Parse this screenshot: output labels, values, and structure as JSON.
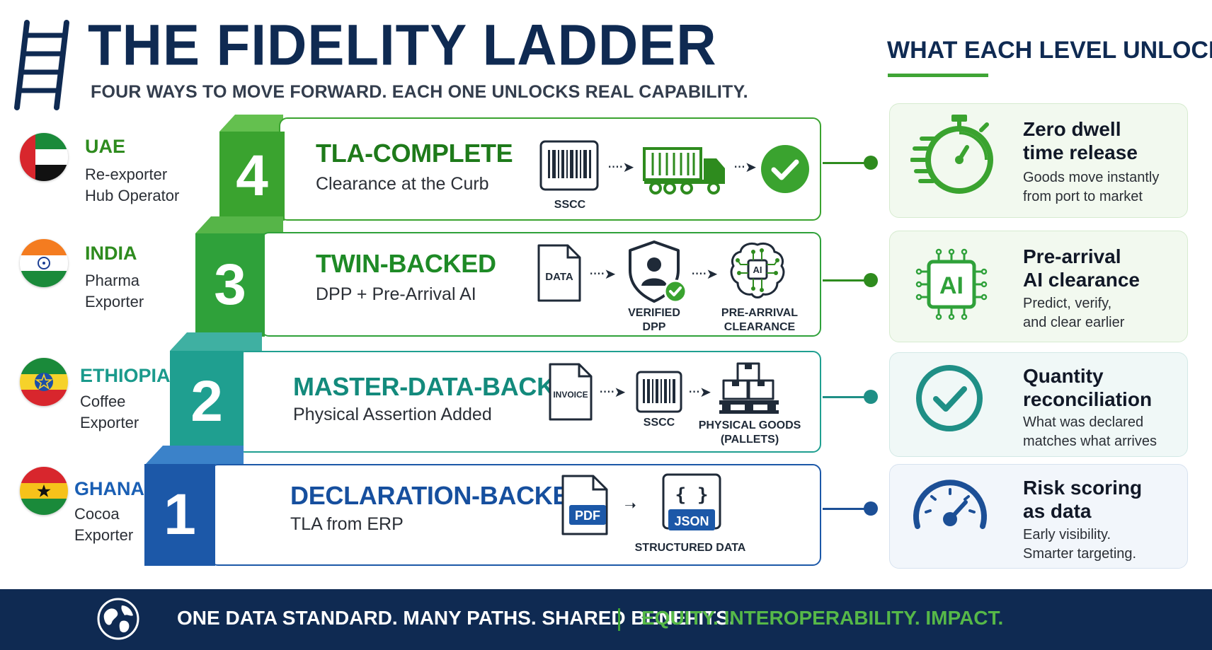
{
  "header": {
    "title": "THE FIDELITY LADDER",
    "subtitle": "FOUR WAYS TO MOVE FORWARD. EACH ONE UNLOCKS REAL CAPABILITY.",
    "right_heading": "WHAT EACH LEVEL UNLOCKS"
  },
  "countries": [
    {
      "name": "UAE",
      "role_line1": "Re-exporter",
      "role_line2": "Hub Operator",
      "name_color": "#2e8b1e"
    },
    {
      "name": "INDIA",
      "role_line1": "Pharma",
      "role_line2": "Exporter",
      "name_color": "#2e8b1e"
    },
    {
      "name": "ETHIOPIA",
      "role_line1": "Coffee",
      "role_line2": "Exporter",
      "name_color": "#1a9a8c"
    },
    {
      "name": "GHANA",
      "role_line1": "Cocoa",
      "role_line2": "Exporter",
      "name_color": "#1a5fb4"
    }
  ],
  "levels": [
    {
      "number": "4",
      "title": "TLA-COMPLETE",
      "subtitle": "Clearance at the Curb",
      "color": "#3aa32f",
      "title_color": "#1e7a1a",
      "icon_labels": [
        "SSCC"
      ],
      "icons": [
        "barcode-icon",
        "truck-icon",
        "checkmark-icon"
      ]
    },
    {
      "number": "3",
      "title": "TWIN-BACKED",
      "subtitle": "DPP + Pre-Arrival AI",
      "color": "#2fa13a",
      "title_color": "#1e8a26",
      "data_label": "DATA",
      "icon_labels": [
        "VERIFIED",
        "DPP",
        "PRE-ARRIVAL",
        "CLEARANCE"
      ],
      "icons": [
        "data-document-icon",
        "shield-user-icon",
        "ai-brain-icon"
      ]
    },
    {
      "number": "2",
      "title": "MASTER-DATA-BACKED",
      "subtitle": "Physical Assertion Added",
      "color": "#1f9f90",
      "title_color": "#138a7c",
      "invoice_label": "INVOICE",
      "icon_labels": [
        "SSCC",
        "PHYSICAL GOODS",
        "(PALLETS)"
      ],
      "icons": [
        "invoice-icon",
        "barcode-icon",
        "pallets-icon"
      ]
    },
    {
      "number": "1",
      "title": "DECLARATION-BACKED",
      "subtitle": "TLA from ERP",
      "color": "#1c58a8",
      "title_color": "#164f9e",
      "pdf_label": "PDF",
      "json_label": "JSON",
      "icon_labels": [
        "STRUCTURED DATA"
      ],
      "icons": [
        "pdf-icon",
        "json-icon"
      ]
    }
  ],
  "benefits": [
    {
      "title_line1": "Zero dwell",
      "title_line2": "time release",
      "desc_line1": "Goods move instantly",
      "desc_line2": "from port to market",
      "icon": "stopwatch-icon",
      "color": "#3aa32f"
    },
    {
      "title_line1": "Pre-arrival",
      "title_line2": "AI clearance",
      "desc_line1": "Predict, verify,",
      "desc_line2": "and clear earlier",
      "icon": "ai-chip-icon",
      "color": "#2fa13a",
      "chip_label": "AI"
    },
    {
      "title_line1": "Quantity",
      "title_line2": "reconciliation",
      "desc_line1": "What was declared",
      "desc_line2": "matches what arrives",
      "icon": "check-circle-icon",
      "color": "#1f8f86"
    },
    {
      "title_line1": "Risk scoring",
      "title_line2": "as data",
      "desc_line1": "Early visibility.",
      "desc_line2": "Smarter targeting.",
      "icon": "gauge-icon",
      "color": "#1c58a8"
    }
  ],
  "footer": {
    "left": "ONE DATA STANDARD. MANY PATHS. SHARED BENEFITS.",
    "right": "EQUITY. INTEROPERABILITY. IMPACT."
  },
  "colors": {
    "navy": "#0f2a52",
    "green": "#3aa32f",
    "teal": "#1f9f90",
    "blue": "#1c58a8"
  }
}
